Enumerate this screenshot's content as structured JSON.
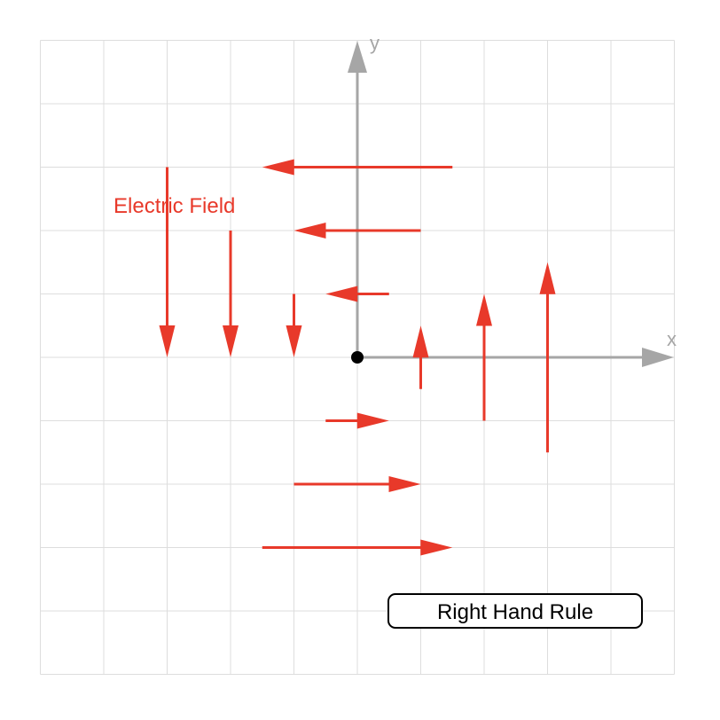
{
  "axes": {
    "x_label": "x",
    "y_label": "y"
  },
  "field_label": "Electric Field",
  "button": {
    "label": "Right Hand Rule"
  },
  "colors": {
    "field": "#e8392a",
    "axis": "#a6a6a6",
    "grid": "#dddddd",
    "origin": "#000000"
  },
  "grid": {
    "x_range": [
      -5,
      5
    ],
    "y_range": [
      -5,
      5
    ]
  },
  "vectors": [
    {
      "x": -3.0,
      "y": 3.0,
      "dx": 0.0,
      "dy": -3.0
    },
    {
      "x": -2.0,
      "y": 2.0,
      "dx": 0.0,
      "dy": -2.0
    },
    {
      "x": -1.0,
      "y": 1.0,
      "dx": 0.0,
      "dy": -1.0
    },
    {
      "x": 1.0,
      "y": -0.5,
      "dx": 0.0,
      "dy": 1.0
    },
    {
      "x": 2.0,
      "y": -1.0,
      "dx": 0.0,
      "dy": 2.0
    },
    {
      "x": 3.0,
      "y": -1.5,
      "dx": 0.0,
      "dy": 3.0
    },
    {
      "x": 1.5,
      "y": 3.0,
      "dx": -3.0,
      "dy": 0.0
    },
    {
      "x": 1.0,
      "y": 2.0,
      "dx": -2.0,
      "dy": 0.0
    },
    {
      "x": 0.5,
      "y": 1.0,
      "dx": -1.0,
      "dy": 0.0
    },
    {
      "x": -0.5,
      "y": -1.0,
      "dx": 1.0,
      "dy": 0.0
    },
    {
      "x": -1.0,
      "y": -2.0,
      "dx": 2.0,
      "dy": 0.0
    },
    {
      "x": -1.5,
      "y": -3.0,
      "dx": 3.0,
      "dy": 0.0
    }
  ]
}
